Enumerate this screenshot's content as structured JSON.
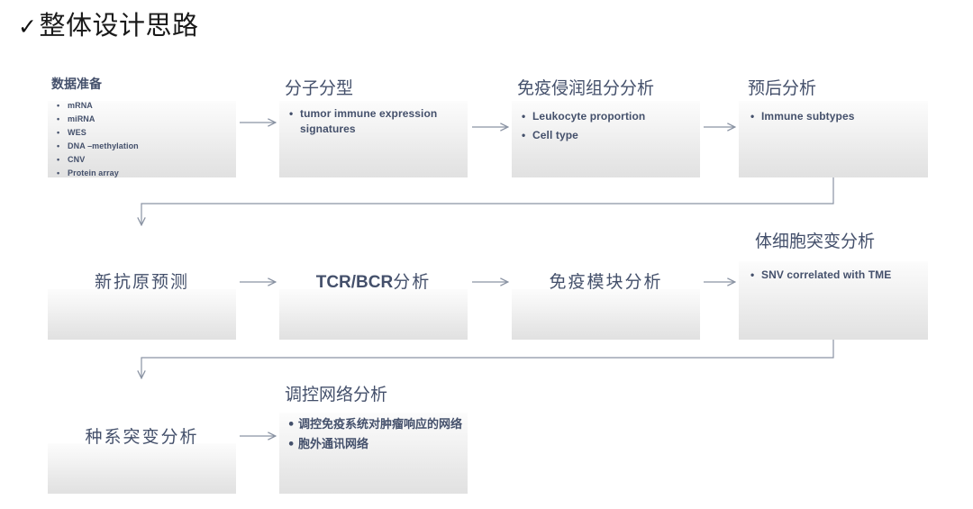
{
  "slide": {
    "title_mark": "✓",
    "title": "整体设计思路"
  },
  "flow": {
    "row1": {
      "step1": {
        "heading": "数据准备",
        "bullets": [
          "mRNA",
          "miRNA",
          "WES",
          "DNA –methylation",
          "CNV",
          "Protein array"
        ]
      },
      "step2": {
        "heading": "分子分型",
        "bullets": [
          "tumor immune expression signatures"
        ]
      },
      "step3": {
        "heading": "免疫侵润组分分析",
        "bullets": [
          "Leukocyte proportion",
          "Cell type"
        ]
      },
      "step4": {
        "heading": "预后分析",
        "bullets": [
          "Immune subtypes"
        ]
      }
    },
    "row2": {
      "step1": {
        "label": "新抗原预测"
      },
      "step2": {
        "label_latin": "TCR/BCR",
        "label_cn": "分析"
      },
      "step3": {
        "label": "免疫模块分析"
      },
      "step4": {
        "heading": "体细胞突变分析",
        "bullets": [
          "SNV correlated with TME"
        ]
      }
    },
    "row3": {
      "step1": {
        "label": "种系突变分析"
      },
      "step2": {
        "heading": "调控网络分析",
        "bullets": [
          "调控免疫系统对肿瘤响应的网络",
          "胞外通讯网络"
        ]
      }
    }
  },
  "colors": {
    "heading_text": "#44506b",
    "title_text": "#1a1a1a",
    "box_fill_top": "#fcfcfc",
    "box_fill_bottom": "#e1e1e1",
    "arrow_stroke": "#8a93a3"
  }
}
